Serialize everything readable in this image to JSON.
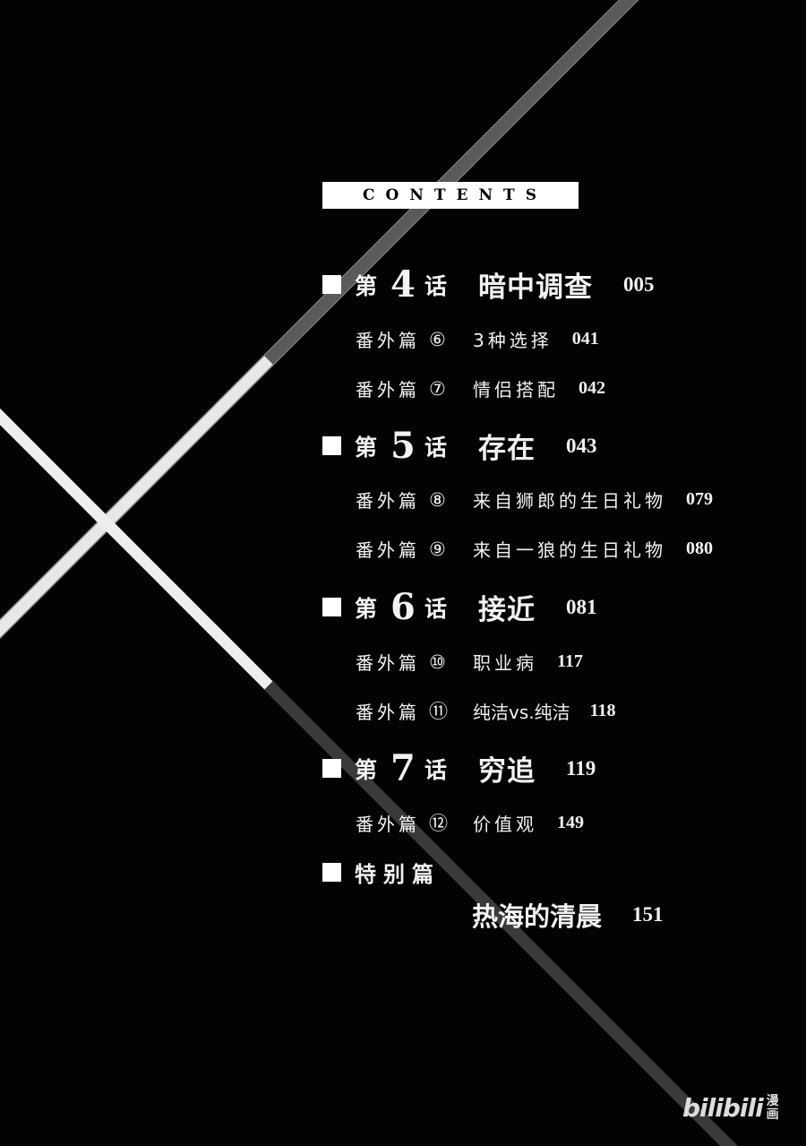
{
  "header": {
    "title": "CONTENTS"
  },
  "chapters": [
    {
      "label": "第",
      "number": "4",
      "suffix": "话",
      "title": "暗中调查",
      "page": "005",
      "extras": [
        {
          "label": "番外篇",
          "index": "⑥",
          "title": "3种选择",
          "page": "041"
        },
        {
          "label": "番外篇",
          "index": "⑦",
          "title": "情侣搭配",
          "page": "042"
        }
      ]
    },
    {
      "label": "第",
      "number": "5",
      "suffix": "话",
      "title": "存在",
      "page": "043",
      "extras": [
        {
          "label": "番外篇",
          "index": "⑧",
          "title": "来自狮郎的生日礼物",
          "page": "079"
        },
        {
          "label": "番外篇",
          "index": "⑨",
          "title": "来自一狼的生日礼物",
          "page": "080"
        }
      ]
    },
    {
      "label": "第",
      "number": "6",
      "suffix": "话",
      "title": "接近",
      "page": "081",
      "extras": [
        {
          "label": "番外篇",
          "index": "⑩",
          "title": "职业病",
          "page": "117"
        },
        {
          "label": "番外篇",
          "index": "⑪",
          "title": "纯洁vs.纯洁",
          "page": "118"
        }
      ]
    },
    {
      "label": "第",
      "number": "7",
      "suffix": "话",
      "title": "穷追",
      "page": "119",
      "extras": [
        {
          "label": "番外篇",
          "index": "⑫",
          "title": "价值观",
          "page": "149"
        }
      ]
    }
  ],
  "special": {
    "label": "特别篇",
    "title": "热海的清晨",
    "page": "151"
  },
  "watermark": {
    "brand": "bilibili",
    "sub": "漫画"
  }
}
